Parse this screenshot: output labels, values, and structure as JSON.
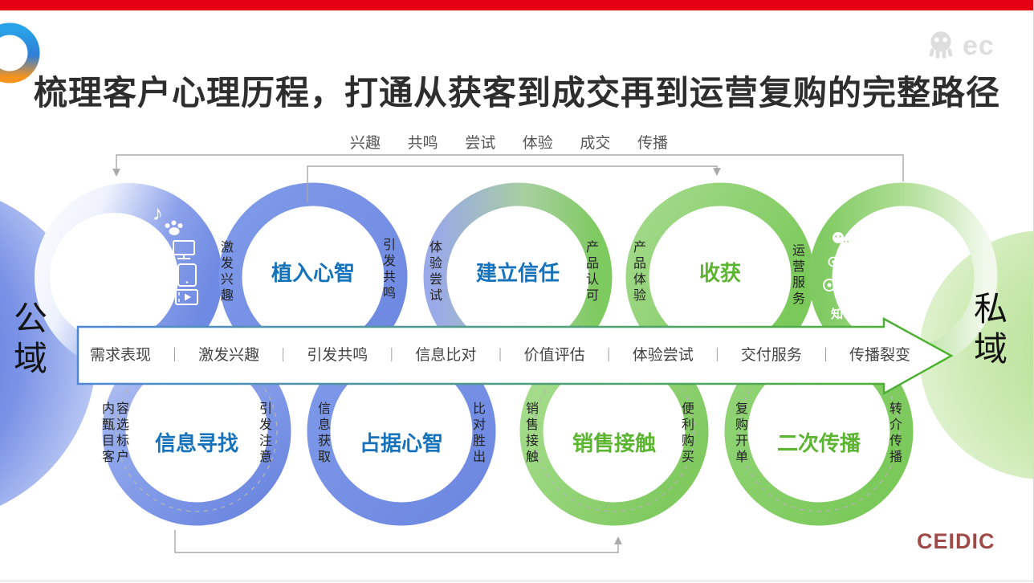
{
  "title": "梳理客户心理历程，打通从获客到成交再到运营复购的完整路径",
  "header_logo": {
    "text": "ec"
  },
  "psych_stages": [
    "兴趣",
    "共鸣",
    "尝试",
    "体验",
    "成交",
    "传播"
  ],
  "band": {
    "separator": "｜",
    "phases": [
      "需求表现",
      "激发兴趣",
      "引发共鸣",
      "信息比对",
      "价值评估",
      "体验尝试",
      "交付服务",
      "传播裂变"
    ]
  },
  "domains": {
    "left": "公域",
    "right": "私域"
  },
  "top_circles": [
    {
      "icons": [
        "tiktok-icon",
        "paw-icon",
        "monitor-icon",
        "tablet-icon",
        "film-icon"
      ],
      "right_label": "激发兴趣"
    },
    {
      "title": "植入心智",
      "right_label": "引发共鸣"
    },
    {
      "title": "建立信任",
      "left_label": "体验尝试",
      "right_label": "产品认可"
    },
    {
      "title": "收获",
      "left_label": "产品体验",
      "right_label": "运营服务"
    },
    {
      "icons": [
        "wechat-icon",
        "weibo-icon",
        "aperture-icon",
        "zhihu-icon"
      ],
      "zhihu_char": "知"
    }
  ],
  "bottom_circles": [
    {
      "title": "信息寻找",
      "left_label": "内容甄选目标客户",
      "right_label": "引发注意"
    },
    {
      "title": "占据心智",
      "left_label": "信息获取",
      "right_label": "比对胜出"
    },
    {
      "title": "销售接触",
      "left_label": "销售接触",
      "right_label": "便利购买"
    },
    {
      "title": "二次传播",
      "left_label": "复购开单",
      "right_label": "转介传播"
    }
  ],
  "footer": {
    "logo": "CEIDIC"
  },
  "colors": {
    "accent_red": "#e60013",
    "ring_blue": "#7590e5",
    "ring_green": "#8ccf6e",
    "title_blue": "#1673bb",
    "title_green": "#5cb531",
    "footer_logo": "#9e4b47"
  }
}
